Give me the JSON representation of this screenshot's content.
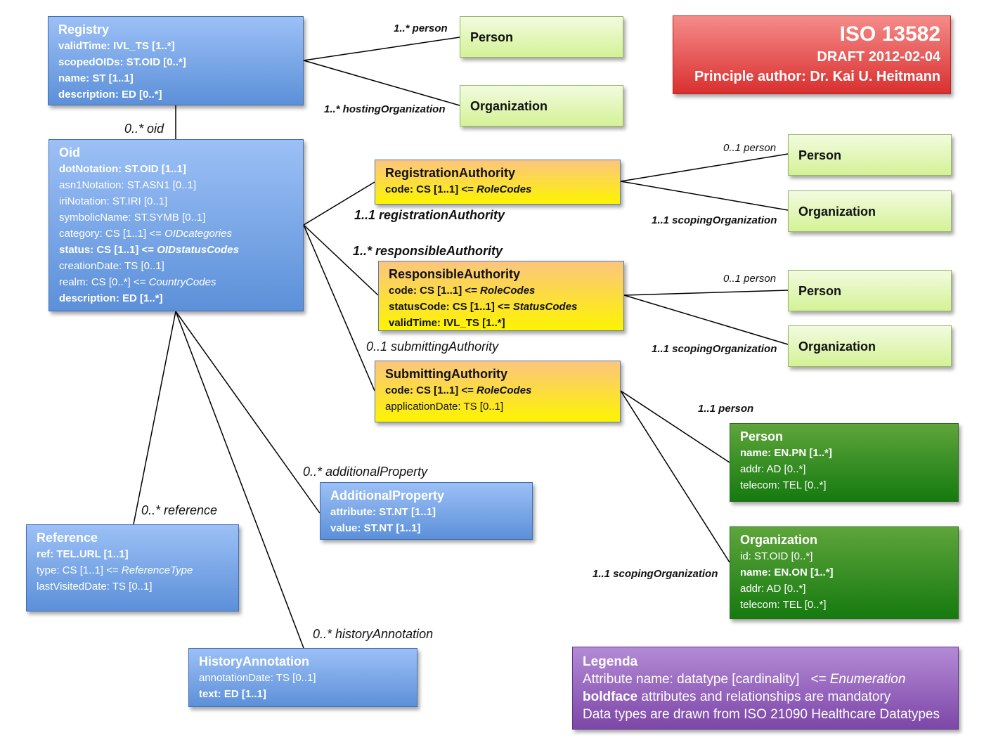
{
  "iso": {
    "title": "ISO 13582",
    "draft": "DRAFT 2012-02-04",
    "author": "Principle author: Dr. Kai U. Heitmann"
  },
  "registry": {
    "title": "Registry",
    "attributes": [
      {
        "text": "validTime: IVL_TS [1..*]",
        "bold": true
      },
      {
        "text": "scopedOIDs: ST.OID [0..*]",
        "bold": true
      },
      {
        "text": "name: ST [1..1]",
        "bold": true
      },
      {
        "text": "description: ED [0..*]",
        "bold": true
      }
    ]
  },
  "oid": {
    "title": "Oid",
    "attributes": [
      {
        "text": "dotNotation: ST.OID [1..1]",
        "bold": true
      },
      {
        "text": "asn1Notation: ST.ASN1 [0..1]",
        "bold": false
      },
      {
        "text": "iriNotation: ST.IRI [0..1]",
        "bold": false
      },
      {
        "text": "symbolicName: ST.SYMB [0..1]",
        "bold": false
      },
      {
        "text": "category: CS [1..1] <= ",
        "enum": "OIDcategories",
        "bold": false
      },
      {
        "text": "status: CS [1..1] <= ",
        "enum": "OIDstatusCodes",
        "bold": true
      },
      {
        "text": "creationDate: TS [0..1]",
        "bold": false
      },
      {
        "text": "realm: CS [0..*] <= ",
        "enum": "CountryCodes",
        "bold": false
      },
      {
        "text": "description: ED [1..*]",
        "bold": true
      }
    ]
  },
  "registry_person": {
    "title": "Person"
  },
  "registry_org": {
    "title": "Organization"
  },
  "registration_authority": {
    "title": "RegistrationAuthority",
    "attributes": [
      {
        "text": "code: CS [1..1] <= ",
        "enum": "RoleCodes",
        "bold": true
      }
    ]
  },
  "responsible_authority": {
    "title": "ResponsibleAuthority",
    "attributes": [
      {
        "text": "code: CS [1..1] <= ",
        "enum": "RoleCodes",
        "bold": true
      },
      {
        "text": "statusCode: CS [1..1] <= ",
        "enum": "StatusCodes",
        "bold": true
      },
      {
        "text": "validTime: IVL_TS [1..*]",
        "bold": true
      }
    ]
  },
  "submitting_authority": {
    "title": "SubmittingAuthority",
    "attributes": [
      {
        "text": "code: CS [1..1] <= ",
        "enum": "RoleCodes",
        "bold": true
      },
      {
        "text": "applicationDate: TS [0..1]",
        "bold": false
      }
    ]
  },
  "ra_person": {
    "title": "Person"
  },
  "ra_org": {
    "title": "Organization"
  },
  "resp_person": {
    "title": "Person"
  },
  "resp_org": {
    "title": "Organization"
  },
  "sub_person": {
    "title": "Person",
    "attributes": [
      {
        "text": "name: EN.PN [1..*]",
        "bold": true
      },
      {
        "text": "addr: AD [0..*]",
        "bold": false
      },
      {
        "text": "telecom: TEL [0..*]",
        "bold": false
      }
    ]
  },
  "sub_org": {
    "title": "Organization",
    "attributes": [
      {
        "text": "id: ST.OID [0..*]",
        "bold": false
      },
      {
        "text": "name: EN.ON [1..*]",
        "bold": true
      },
      {
        "text": "addr: AD [0..*]",
        "bold": false
      },
      {
        "text": "telecom: TEL [0..*]",
        "bold": false
      }
    ]
  },
  "additional_property": {
    "title": "AdditionalProperty",
    "attributes": [
      {
        "text": "attribute: ST.NT [1..1]",
        "bold": true
      },
      {
        "text": "value: ST.NT [1..1]",
        "bold": true
      }
    ]
  },
  "reference": {
    "title": "Reference",
    "attributes": [
      {
        "text": "ref: TEL.URL [1..1]",
        "bold": true
      },
      {
        "text": "type: CS [1..1] <= ",
        "enum": "ReferenceType",
        "bold": false
      },
      {
        "text": "lastVisitedDate: TS [0..1]",
        "bold": false
      }
    ]
  },
  "history_annotation": {
    "title": "HistoryAnnotation",
    "attributes": [
      {
        "text": "annotationDate: TS [0..1]",
        "bold": false
      },
      {
        "text": "text: ED [1..1]",
        "bold": true
      }
    ]
  },
  "legend": {
    "title": "Legenda",
    "line1": "Attribute name: datatype [cardinality]   ",
    "line1_enum": "<= Enumeration",
    "line2_bold": "boldface",
    "line2_rest": " attributes and relationships are mandatory",
    "line3": "Data types are drawn from ISO 21090 Healthcare Datatypes"
  },
  "labels": {
    "registry_person": "1..* person",
    "registry_org": "1..* hostingOrganization",
    "registry_oid": "0..* oid",
    "registration_authority": "1..1 registrationAuthority",
    "responsible_authority": "1..* responsibleAuthority",
    "submitting_authority": "0..1 submittingAuthority",
    "additional_property": "0..* additionalProperty",
    "reference": "0..* reference",
    "history_annotation": "0..* historyAnnotation",
    "ra_person": "0..1 person",
    "ra_org": "1..1 scopingOrganization",
    "resp_person": "0..1 person",
    "resp_org": "1..1 scopingOrganization",
    "sub_person": "1..1 person",
    "sub_org": "1..1 scopingOrganization"
  },
  "colors": {
    "blue_box": "#5c90d9",
    "yellow_box": "#fdf400",
    "light_green_box": "#d4f296",
    "dark_green_box": "#157a0f",
    "red_box": "#d9302f",
    "purple_box": "#7c47a8"
  }
}
